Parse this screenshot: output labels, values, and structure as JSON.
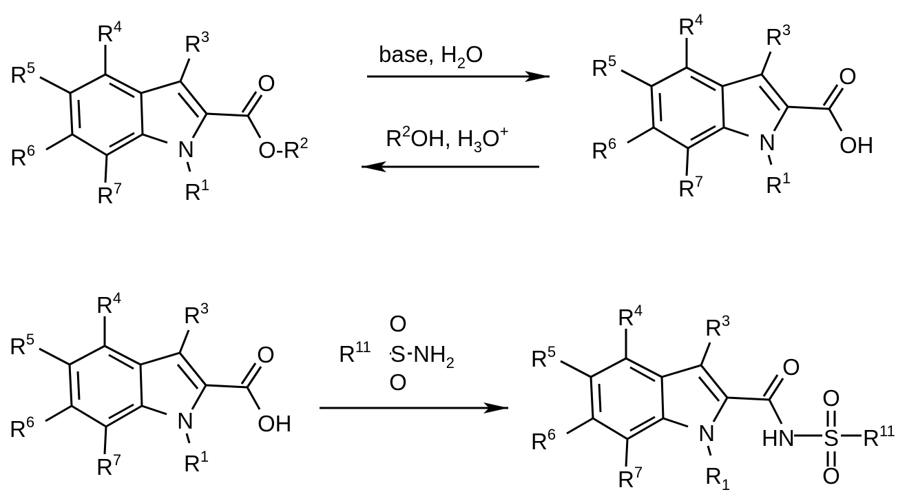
{
  "scheme": {
    "molecules": [
      {
        "id": "indole-2-carboxylate-ester",
        "ring_atom": "N",
        "substituents": {
          "R1": [
            "R",
            "1",
            "sup"
          ],
          "R3": [
            "R",
            "3",
            "sup"
          ],
          "R4": [
            "R",
            "4",
            "sup"
          ],
          "R5": [
            "R",
            "5",
            "sup"
          ],
          "R6": [
            "R",
            "6",
            "sup"
          ],
          "R7": [
            "R",
            "7",
            "sup"
          ]
        },
        "tail": {
          "type": "ester",
          "carbonyl_o": "O",
          "ester_text": "O-R",
          "ester_sup": "2"
        }
      },
      {
        "id": "indole-2-carboxylic-acid-top",
        "ring_atom": "N",
        "substituents": {
          "R1": [
            "R",
            "1",
            "sup"
          ],
          "R3": [
            "R",
            "3",
            "sup"
          ],
          "R4": [
            "R",
            "4",
            "sup"
          ],
          "R5": [
            "R",
            "5",
            "sup"
          ],
          "R6": [
            "R",
            "6",
            "sup"
          ],
          "R7": [
            "R",
            "7",
            "sup"
          ]
        },
        "tail": {
          "type": "acid",
          "carbonyl_o": "O",
          "oh_text": "OH"
        }
      },
      {
        "id": "indole-2-carboxylic-acid-bottom",
        "ring_atom": "N",
        "substituents": {
          "R1": [
            "R",
            "1",
            "sup"
          ],
          "R3": [
            "R",
            "3",
            "sup"
          ],
          "R4": [
            "R",
            "4",
            "sup"
          ],
          "R5": [
            "R",
            "5",
            "sup"
          ],
          "R6": [
            "R",
            "6",
            "sup"
          ],
          "R7": [
            "R",
            "7",
            "sup"
          ]
        },
        "tail": {
          "type": "acid",
          "carbonyl_o": "O",
          "oh_text": "OH"
        }
      },
      {
        "id": "indole-2-acylsulfonamide",
        "ring_atom": "N",
        "substituents": {
          "R1": [
            "R",
            "1",
            "sub"
          ],
          "R3": [
            "R",
            "3",
            "sup"
          ],
          "R4": [
            "R",
            "4",
            "sup"
          ],
          "R5": [
            "R",
            "5",
            "sup"
          ],
          "R6": [
            "R",
            "6",
            "sup"
          ],
          "R7": [
            "R",
            "7",
            "sup"
          ]
        },
        "tail": {
          "type": "acylsulfonamide",
          "carbonyl_o": "O",
          "nh_text": "HN",
          "s_text": "S",
          "so_top": "O",
          "so_bottom": "O",
          "r_text": "R",
          "r_sup": "11"
        }
      }
    ],
    "arrows": [
      {
        "id": "hydrolysis",
        "direction": "forward",
        "reagent": [
          [
            "base, H",
            ""
          ],
          [
            "2",
            "sub"
          ],
          [
            "O",
            ""
          ]
        ]
      },
      {
        "id": "esterification",
        "direction": "reverse",
        "reagent": [
          [
            "R",
            ""
          ],
          [
            "2",
            "sup"
          ],
          [
            "OH, H",
            ""
          ],
          [
            "3",
            "sub"
          ],
          [
            "O",
            ""
          ],
          [
            "+",
            "sup"
          ]
        ]
      },
      {
        "id": "sulfonamide-coupling",
        "direction": "forward",
        "reagent_sulfonamide": {
          "r": "R",
          "r_sup": "11",
          "s": "S",
          "o_top": "O",
          "o_bottom": "O",
          "nh": "NH",
          "nh_sub": "2"
        }
      }
    ]
  }
}
